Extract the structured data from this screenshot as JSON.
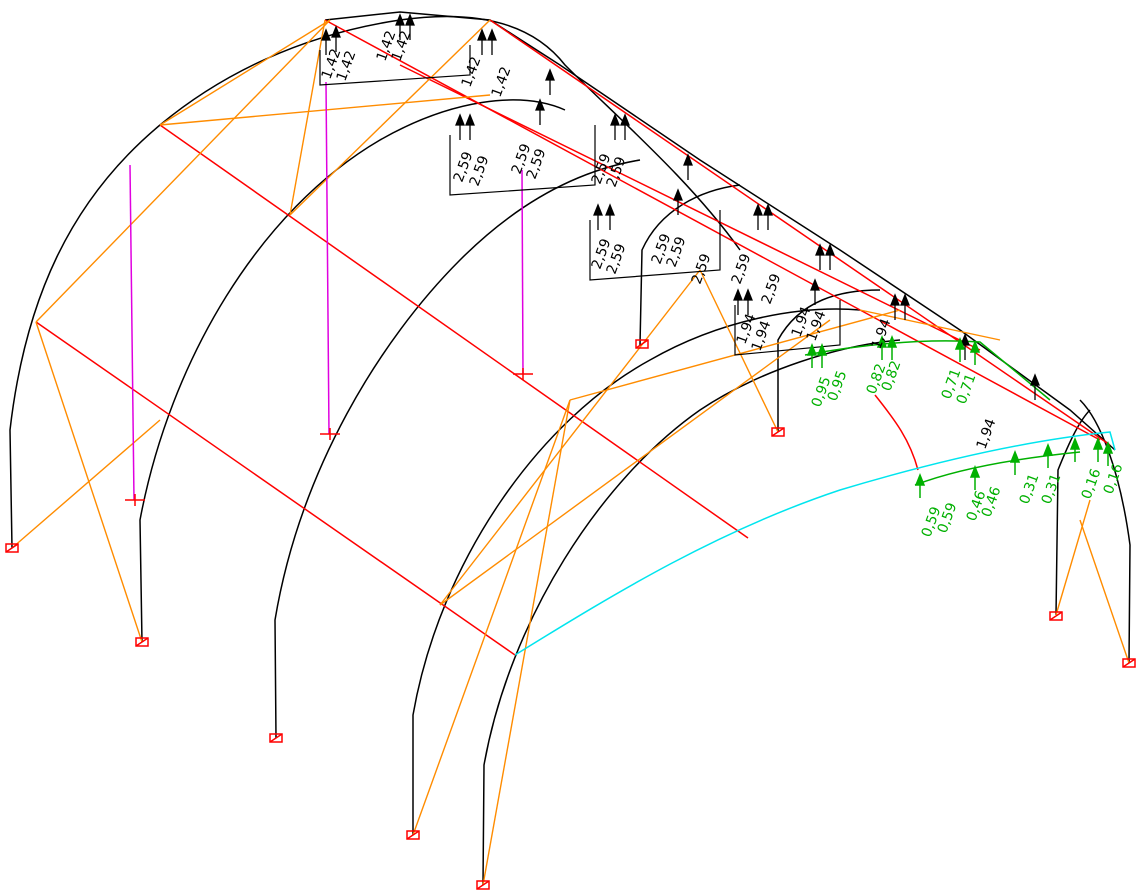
{
  "view": {
    "background": "#ffffff",
    "colors": {
      "arch": "#000000",
      "purlin": "#ff0000",
      "bracing": "#ff8c00",
      "hanger": "#e000e0",
      "support": "#ff0000",
      "black_load": "#000000",
      "green_load": "#00b000",
      "cyan_member": "#00e5ee"
    }
  },
  "black_load_labels": [
    "1,42",
    "1,42",
    "1,42",
    "1,42",
    "1,42",
    "1,42",
    "2,59",
    "2,59",
    "2,59",
    "2,59",
    "2,59",
    "2,59",
    "2,59",
    "2,59",
    "2,59",
    "2,59",
    "2,59",
    "2,59",
    "2,59",
    "1,94",
    "1,94",
    "1,94",
    "1,94",
    "1,94",
    "1,94"
  ],
  "green_load_labels": [
    "0,95",
    "0,95",
    "0,82",
    "0,82",
    "0,71",
    "0,71",
    "0,59",
    "0,59",
    "0,46",
    "0,46",
    "0,31",
    "0,31",
    "0,16",
    "0,16"
  ]
}
